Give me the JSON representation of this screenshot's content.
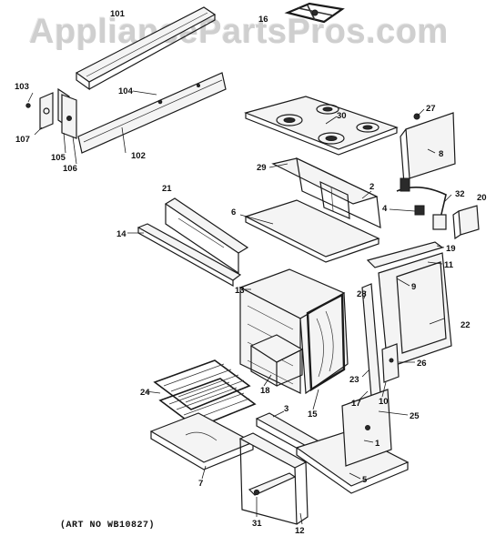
{
  "watermark": "AppliancePartsPros.com",
  "caption": "(ART NO WB10827)",
  "callouts": {
    "c101": "101",
    "c16": "16",
    "c103": "103",
    "c104": "104",
    "c107": "107",
    "c105": "105",
    "c106": "106",
    "c102": "102",
    "c30": "30",
    "c27": "27",
    "c8": "8",
    "c29": "29",
    "c2": "2",
    "c32": "32",
    "c20": "20",
    "c21": "21",
    "c6": "6",
    "c4": "4",
    "c14": "14",
    "c19": "19",
    "c11": "11",
    "c13": "13",
    "c9": "9",
    "c28": "28",
    "c22": "22",
    "c26": "26",
    "c23": "23",
    "c18": "18",
    "c24": "24",
    "c15": "15",
    "c17": "17",
    "c10": "10",
    "c25": "25",
    "c3": "3",
    "c1": "1",
    "c7": "7",
    "c5": "5",
    "c31": "31",
    "c12": "12"
  }
}
